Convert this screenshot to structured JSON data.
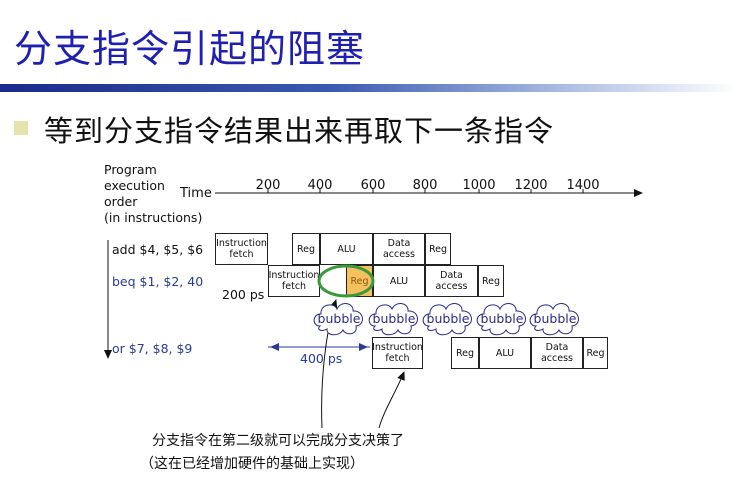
{
  "title": "分支指令引起的阻塞",
  "subtitle": "等到分支指令结果出来再取下一条指令",
  "diagram": {
    "axis_label": [
      "Program",
      "execution",
      "order",
      "(in instructions)"
    ],
    "time_label": "Time",
    "ticks": [
      "200",
      "400",
      "600",
      "800",
      "1000",
      "1200",
      "1400"
    ],
    "instructions": [
      {
        "text": "add $4, $5, $6",
        "color": "#111111"
      },
      {
        "text": "beq $1, $2, 40",
        "color": "#2a3a9a"
      },
      {
        "text": "or $7, $8, $9",
        "color": "#2a3a9a"
      }
    ],
    "stages": {
      "fetch": "Instruction fetch",
      "reg": "Reg",
      "alu": "ALU",
      "data": "Data access"
    },
    "bubble_label": "bubble",
    "dim_200": "200 ps",
    "dim_400": "400 ps",
    "highlight_color": "#f5c060",
    "ellipse_color": "#3a9a3a"
  },
  "notes": {
    "line1": "分支指令在第二级就可以完成分支决策了",
    "line2": "（这在已经增加硬件的基础上实现）"
  }
}
